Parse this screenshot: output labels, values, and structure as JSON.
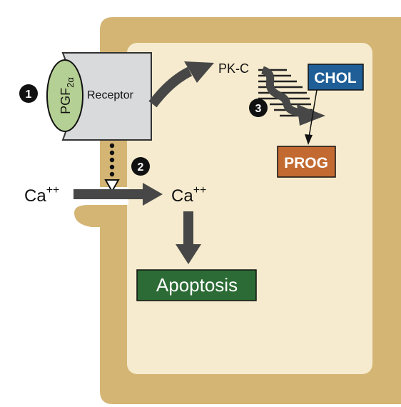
{
  "steps": {
    "one": "1",
    "two": "2",
    "three": "3"
  },
  "ligand": {
    "base": "PGF",
    "subscript": "2α"
  },
  "receptor": {
    "label": "Receptor"
  },
  "ion_outside": {
    "base": "Ca",
    "superscript": "++"
  },
  "ion_inside": {
    "base": "Ca",
    "superscript": "++"
  },
  "kinase": {
    "label": "PK-C"
  },
  "chol": {
    "label": "CHOL"
  },
  "prog": {
    "label": "PROG"
  },
  "apoptosis": {
    "label": "Apoptosis"
  },
  "colors": {
    "cell_wall": "#d4b574",
    "cytoplasm": "#f6ebce",
    "arrow": "#474747",
    "receptor_fill": "#d9dadc",
    "ligand_fill": "#b5d094",
    "chol_box": "#1f5e96",
    "prog_box": "#c26a32",
    "apoptosis_box": "#2c6b35",
    "step_marker": "#111111"
  }
}
